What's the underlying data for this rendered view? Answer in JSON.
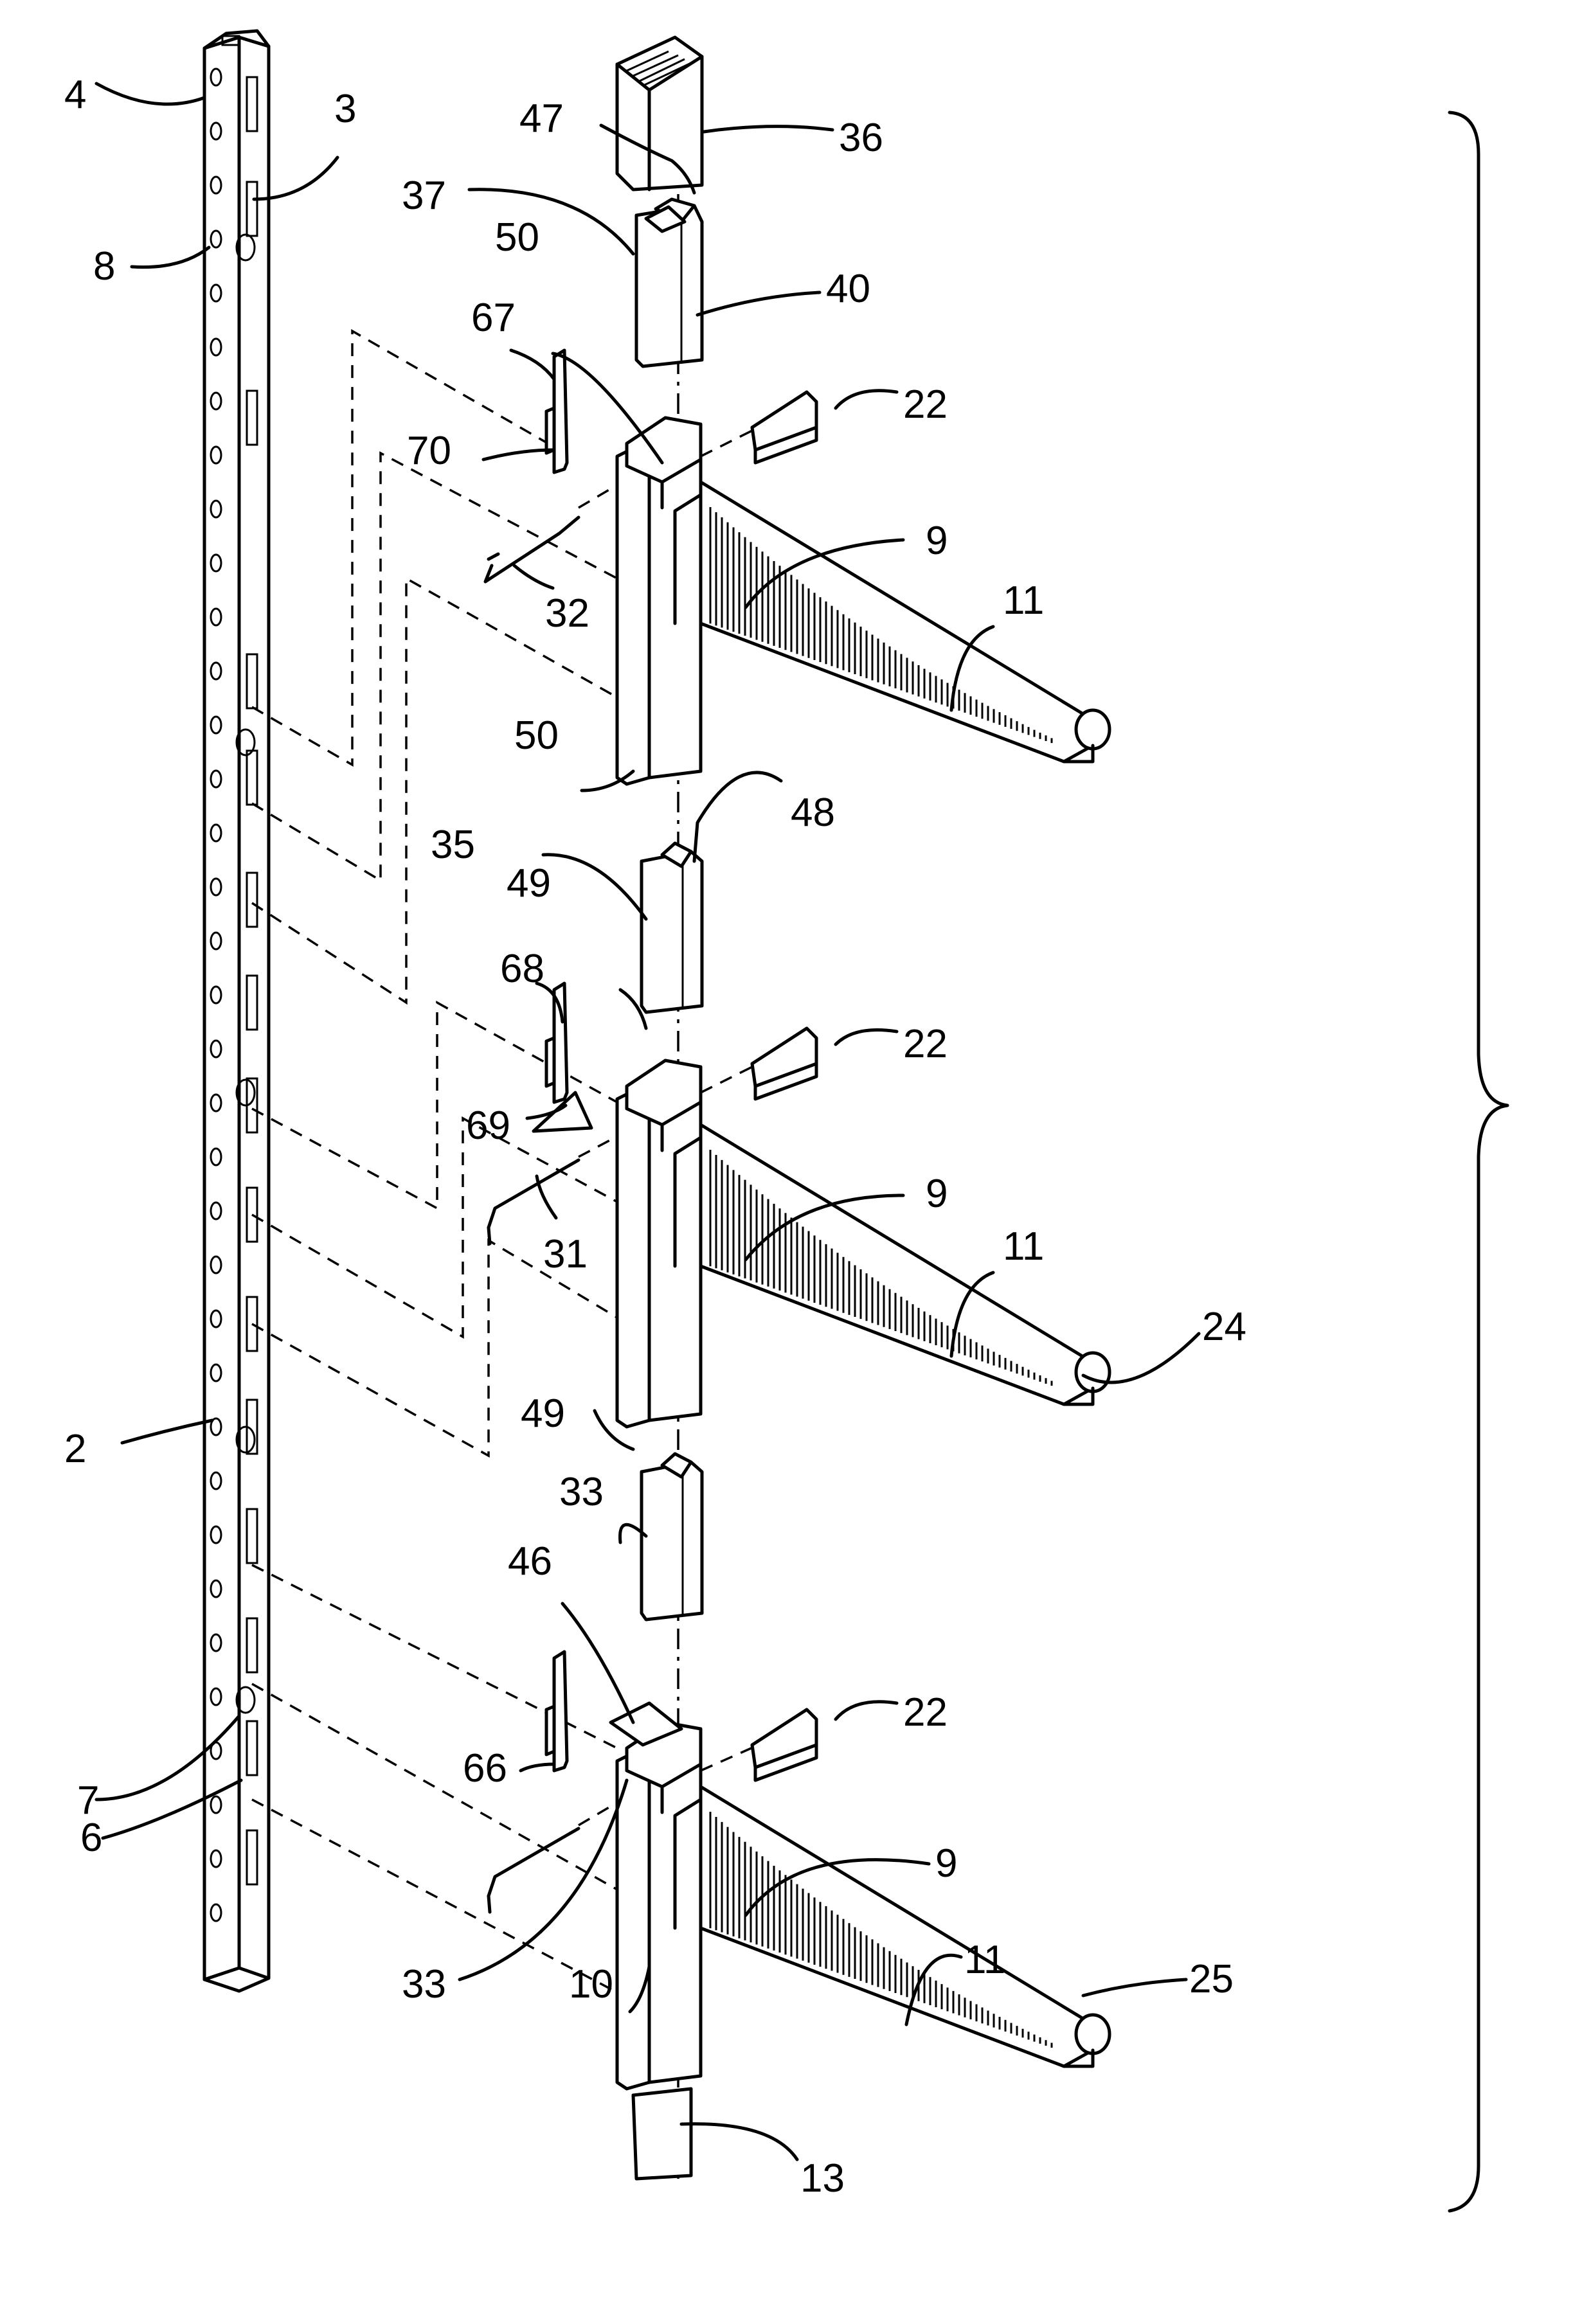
{
  "figure": {
    "labels": [
      {
        "id": "l4",
        "text": "4"
      },
      {
        "id": "l3",
        "text": "3"
      },
      {
        "id": "l8",
        "text": "8"
      },
      {
        "id": "l47",
        "text": "47"
      },
      {
        "id": "l36",
        "text": "36"
      },
      {
        "id": "l37",
        "text": "37"
      },
      {
        "id": "l50a",
        "text": "50"
      },
      {
        "id": "l40",
        "text": "40"
      },
      {
        "id": "l67",
        "text": "67"
      },
      {
        "id": "l22a",
        "text": "22"
      },
      {
        "id": "l70",
        "text": "70"
      },
      {
        "id": "l9a",
        "text": "9"
      },
      {
        "id": "l32",
        "text": "32"
      },
      {
        "id": "l11a",
        "text": "11"
      },
      {
        "id": "l50b",
        "text": "50"
      },
      {
        "id": "l48",
        "text": "48"
      },
      {
        "id": "l35",
        "text": "35"
      },
      {
        "id": "l49a",
        "text": "49"
      },
      {
        "id": "l68",
        "text": "68"
      },
      {
        "id": "l22b",
        "text": "22"
      },
      {
        "id": "l69",
        "text": "69"
      },
      {
        "id": "l9b",
        "text": "9"
      },
      {
        "id": "l31",
        "text": "31"
      },
      {
        "id": "l11b",
        "text": "11"
      },
      {
        "id": "l24",
        "text": "24"
      },
      {
        "id": "l2",
        "text": "2"
      },
      {
        "id": "l49b",
        "text": "49"
      },
      {
        "id": "l33a",
        "text": "33"
      },
      {
        "id": "l46",
        "text": "46"
      },
      {
        "id": "l22c",
        "text": "22"
      },
      {
        "id": "l66",
        "text": "66"
      },
      {
        "id": "l9c",
        "text": "9"
      },
      {
        "id": "l7",
        "text": "7"
      },
      {
        "id": "l11c",
        "text": "11"
      },
      {
        "id": "l6",
        "text": "6"
      },
      {
        "id": "l25",
        "text": "25"
      },
      {
        "id": "l10",
        "text": "10"
      },
      {
        "id": "l33b",
        "text": "33"
      },
      {
        "id": "l13",
        "text": "13"
      }
    ]
  }
}
